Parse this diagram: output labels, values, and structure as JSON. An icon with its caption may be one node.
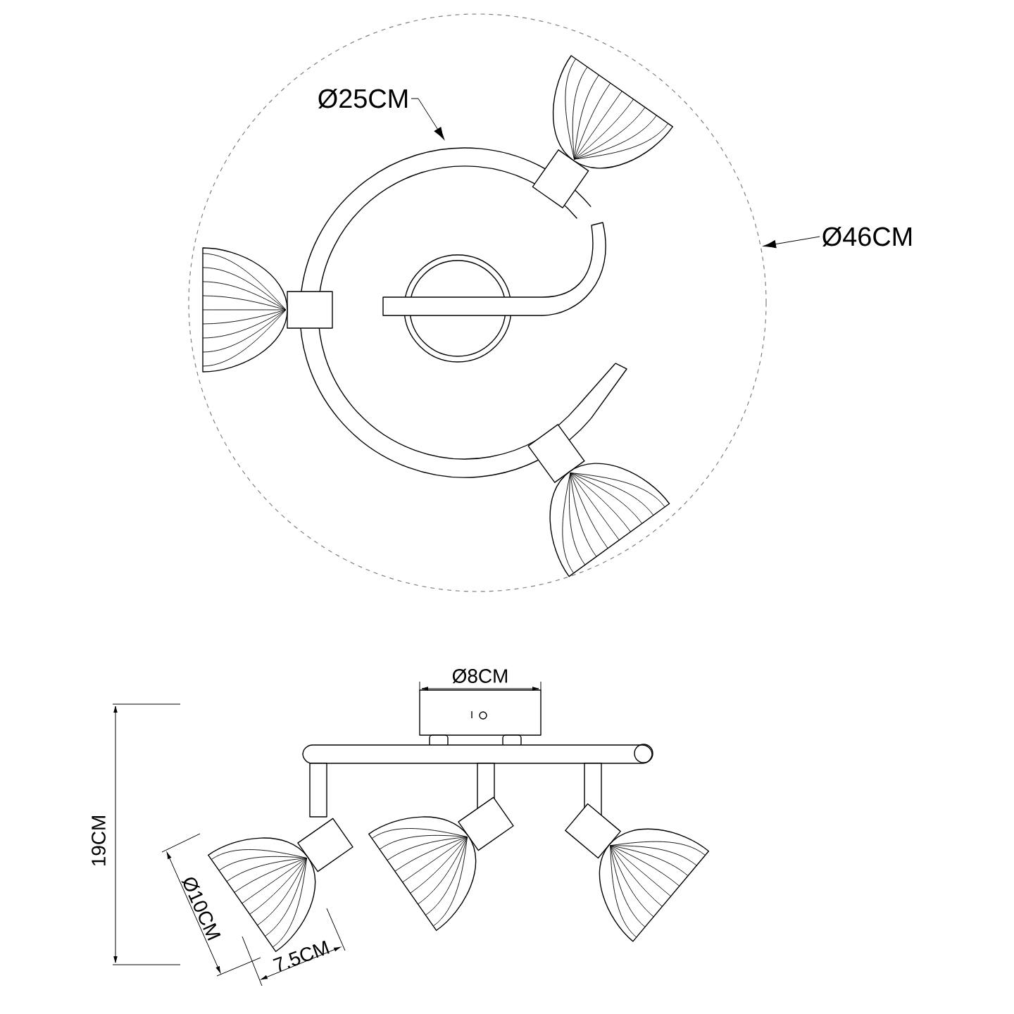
{
  "diagram": {
    "nodes": [
      {
        "text": [
          "Ø25CM"
        ]
      },
      {
        "text": [
          "Ø46CM"
        ]
      }
    ],
    "edges": [
      {
        "from": 0,
        "to": null,
        "arrow": "to"
      },
      {
        "from": 1,
        "to": null,
        "arrow": "to"
      }
    ],
    "labels": [
      "Ø8CM",
      "19CM",
      "Ø10CM",
      "7.5CM"
    ]
  }
}
